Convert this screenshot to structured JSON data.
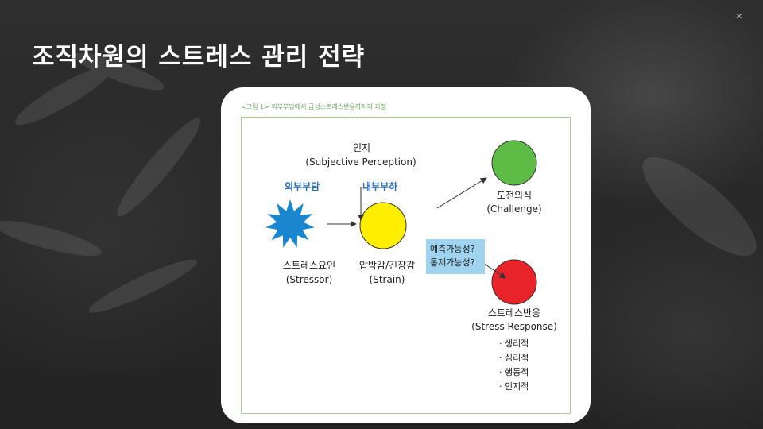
{
  "slide": {
    "title": "조직차원의 스트레스 관리 전략"
  },
  "figure": {
    "caption": "<그림 1> 외부부담에서 급성스트레스반응까지의 과정",
    "perception_label": "인지",
    "perception_sub": "(Subjective Perception)",
    "external_label": "외부부담",
    "internal_label": "내부부하",
    "stressor_label": "스트레스요인",
    "stressor_sub": "(Stressor)",
    "strain_label": "압박감/긴장감",
    "strain_sub": "(Strain)",
    "condition_1": "예측가능성?",
    "condition_2": "통제가능성?",
    "challenge_label": "도전의식",
    "challenge_sub": "(Challenge)",
    "response_label": "스트레스반응",
    "response_sub": "(Stress Response)",
    "response_items": [
      "· 생리적",
      "· 심리적",
      "· 행동적",
      "· 인지적"
    ],
    "colors": {
      "stressor": "#1a86d0",
      "strain": "#ffee00",
      "challenge": "#5dbb46",
      "response": "#e8232a"
    }
  }
}
